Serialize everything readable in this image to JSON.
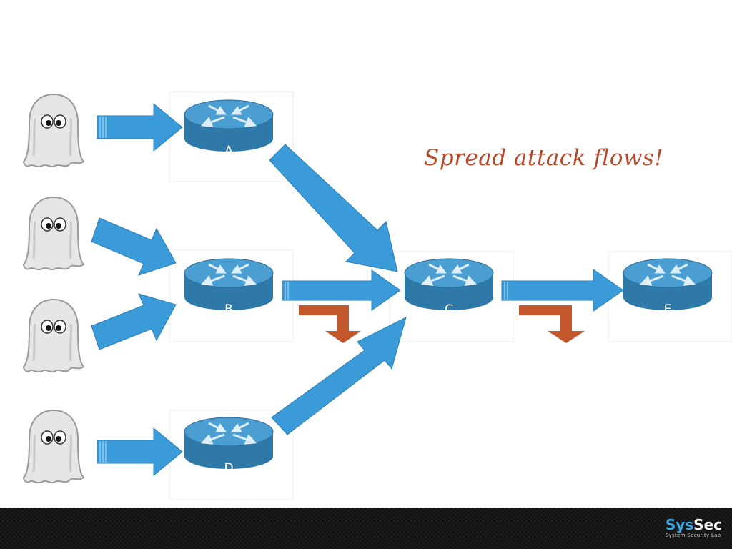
{
  "headline": "Spread attack flows!",
  "routers": {
    "a": "A",
    "b": "B",
    "c": "C",
    "d": "D",
    "e": "E"
  },
  "footer": {
    "logo_sys": "Sys",
    "logo_sec": "Sec",
    "logo_tagline": "System Security Lab"
  },
  "colors": {
    "flow_arrow": "#3a9bd8",
    "drop_arrow": "#c4562b",
    "router_body": "#2f79a8",
    "router_top": "#4a9ed1",
    "headline": "#b5482b",
    "footer_bg": "#111111",
    "logo_accent": "#3ea7df"
  },
  "icons": [
    "ghost-icon",
    "router-icon",
    "flow-arrow",
    "drop-arrow"
  ]
}
